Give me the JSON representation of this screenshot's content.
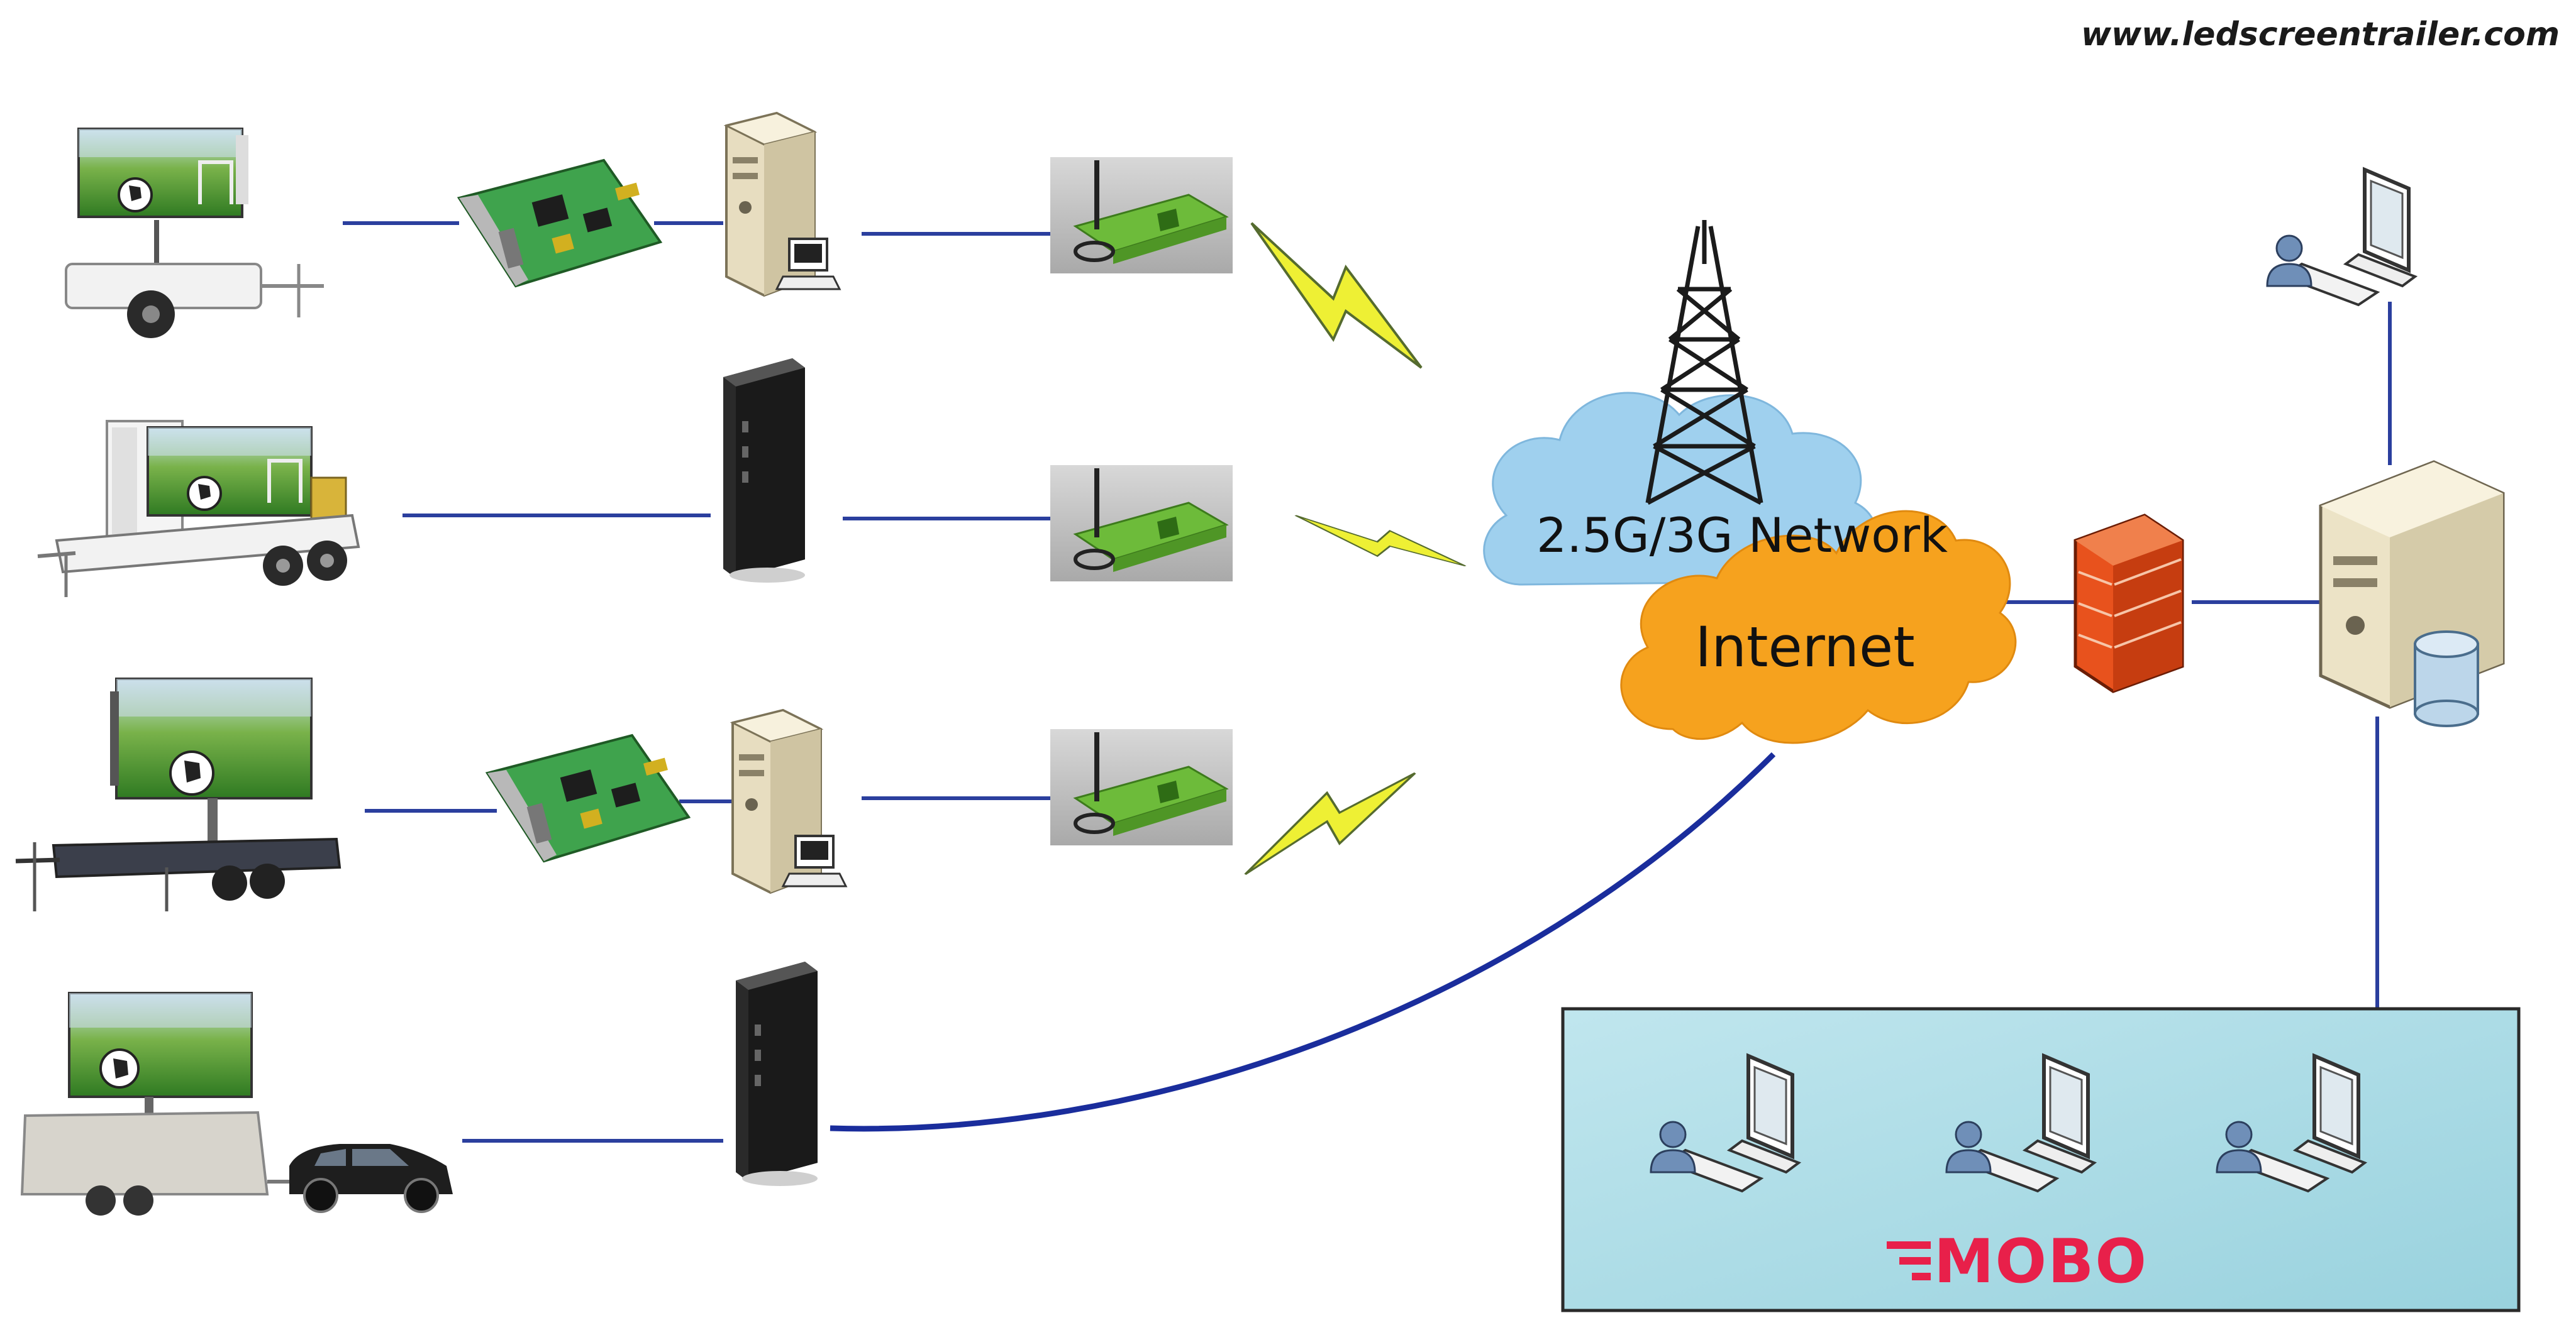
{
  "watermark": "www.ledscreentrailer.com",
  "network": {
    "upper_label": "2.5G/3G Network",
    "lower_label": "Internet"
  },
  "brand": "MOBO",
  "colors": {
    "link_line": "#2b3f9e",
    "cloud_blue": "#9fd0ee",
    "cloud_orange": "#f6a21e",
    "lightning": "#e8f02a",
    "panel_bg": "#a9dce6",
    "brand_red": "#e8204a",
    "firewall": "#e8521d"
  },
  "icons": {
    "trailers": [
      "led-screen-trailer-icon",
      "led-truck-trailer-icon",
      "led-flatbed-trailer-icon",
      "led-box-trailer-with-car-icon"
    ],
    "control_card": "led-control-card-icon",
    "computer": "desktop-computer-icon",
    "player": "media-player-box-icon",
    "modem": "3g-router-icon",
    "tower": "cell-tower-icon",
    "firewall": "firewall-icon",
    "server": "database-server-icon",
    "workstation": "user-workstation-icon"
  }
}
